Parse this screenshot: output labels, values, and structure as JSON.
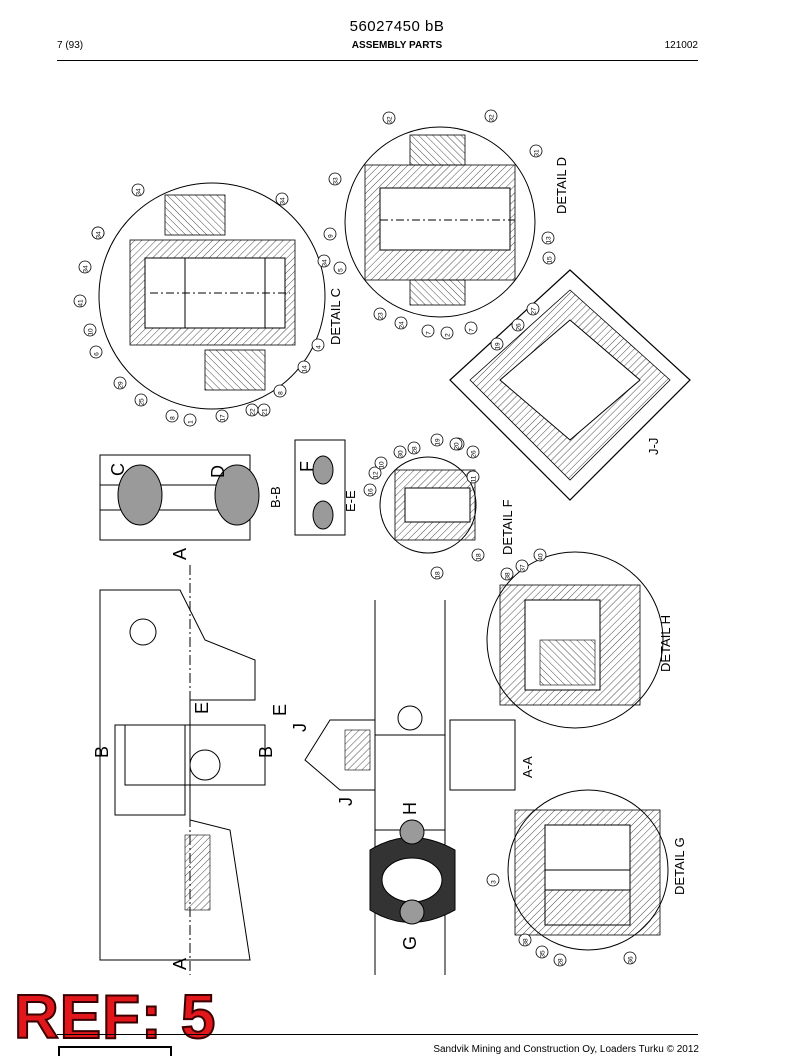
{
  "header": {
    "doc_number": "56027450 bB",
    "page": "7 (93)",
    "section": "ASSEMBLY PARTS",
    "date": "121002"
  },
  "footer": {
    "copyright": "Sandvik Mining and Construction Oy, Loaders Turku © 2012"
  },
  "stamp": {
    "text": "REF: 5"
  },
  "views": {
    "detail_c": "DETAIL C",
    "detail_d": "DETAIL D",
    "detail_f": "DETAIL F",
    "detail_g": "DETAIL G",
    "detail_h": "DETAIL H",
    "section_bb": "B-B",
    "section_ee": "E-E",
    "section_jj": "J-J",
    "section_aa": "A-A"
  },
  "section_markers": {
    "a": "A",
    "b": "B",
    "c": "C",
    "d": "D",
    "e": "E",
    "f": "F",
    "g": "G",
    "h": "H",
    "j": "J"
  },
  "balloons": {
    "detail_c": [
      "34",
      "34",
      "34",
      "34",
      "34",
      "41",
      "10",
      "6",
      "29",
      "25",
      "8",
      "1",
      "17",
      "22",
      "21",
      "8",
      "14",
      "4",
      "34"
    ],
    "detail_d": [
      "32",
      "32",
      "33",
      "9",
      "5",
      "23",
      "24",
      "7",
      "2",
      "7",
      "15",
      "13",
      "31"
    ],
    "detail_f": [
      "30",
      "28",
      "20",
      "19",
      "20",
      "26",
      "12",
      "10",
      "16",
      "18",
      "18",
      "11"
    ],
    "section_jj": [
      "27",
      "26",
      "19"
    ],
    "detail_h": [
      "38",
      "37",
      "40"
    ],
    "detail_g": [
      "3",
      "38",
      "35",
      "28",
      "36"
    ]
  },
  "colors": {
    "stamp_red": "#e1171b",
    "highlight_gray": "#9a9a9a",
    "line": "#000000"
  }
}
